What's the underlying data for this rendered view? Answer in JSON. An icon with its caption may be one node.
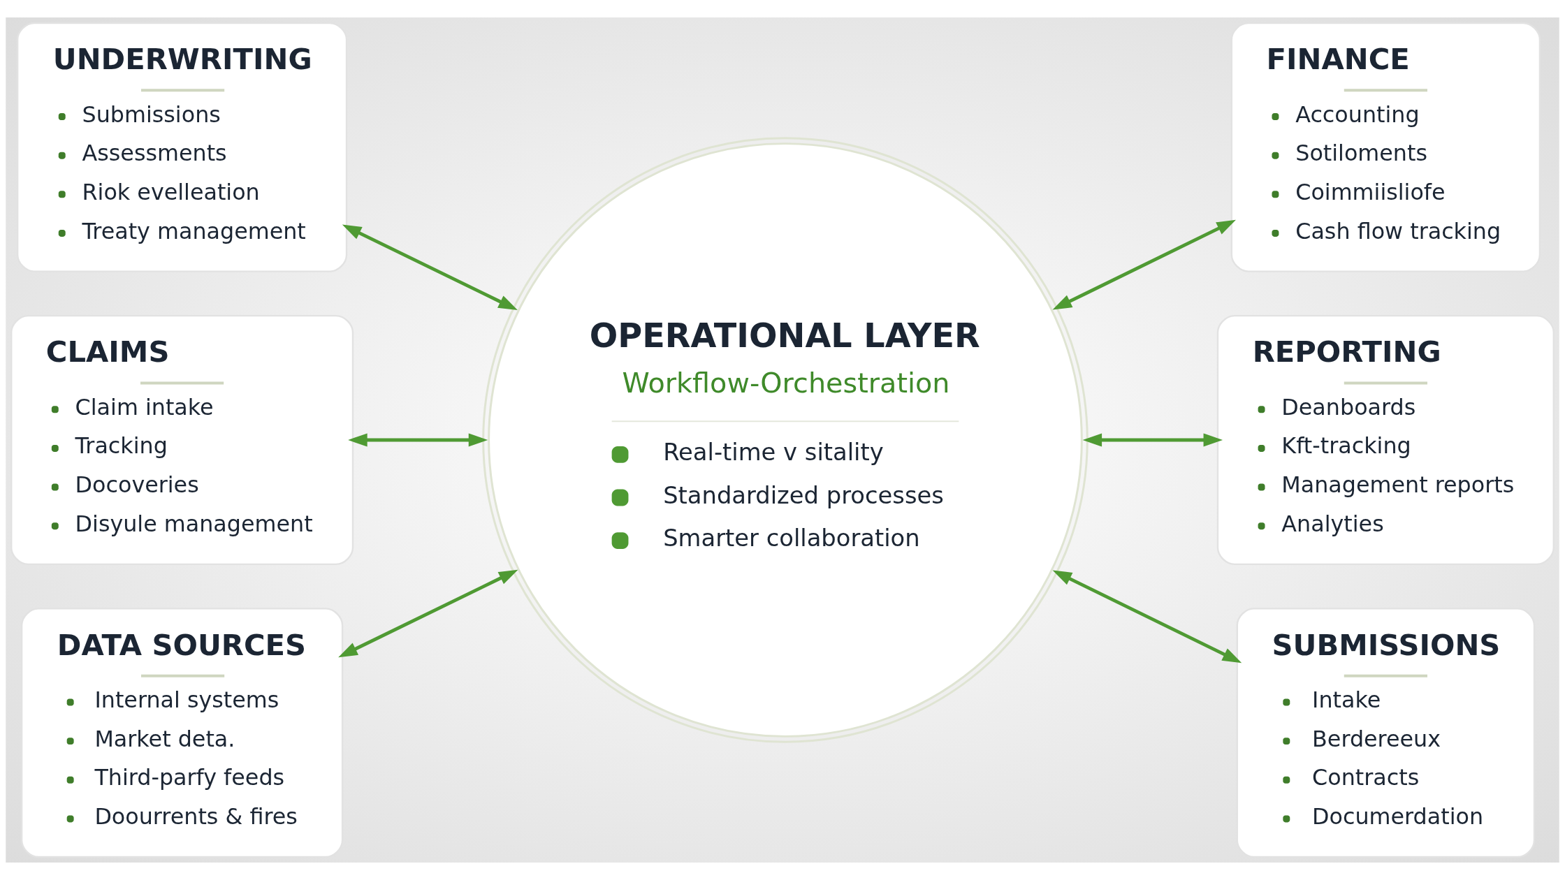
{
  "diagram": {
    "nodes": [
      {
        "text": [
          "UNDERWRITING",
          "Submissions",
          "Assessments",
          "Riok evelleation",
          "Treaty management"
        ]
      },
      {
        "text": [
          "FINANCE",
          "Accounting",
          "Sotiloments",
          "Coimmiisliofe",
          "Cash flow tracking"
        ]
      },
      {
        "text": [
          "CLAIMS",
          "Claim intake",
          "Tracking",
          "Docoveries",
          "Disyule management"
        ]
      },
      {
        "text": [
          "OPERATIONAL LAYER",
          "Workflow-Orchestration",
          "Real-time v sitality",
          "Standardized processes",
          "Smarter collaboration"
        ]
      },
      {
        "text": [
          "REPORTING",
          "Deanboards",
          "Kft-tracking",
          "Management reports",
          "Analyties"
        ]
      },
      {
        "text": [
          "DATA SOURCES",
          "Internal systems",
          "Market deta.",
          "Third-parfy feeds",
          "Doourrents & fires"
        ]
      },
      {
        "text": [
          "SUBMISSIONS",
          "Intake",
          "Berdereeux",
          "Contracts",
          "Documerdation"
        ]
      }
    ],
    "edges": [
      {
        "from": 0,
        "to": 3,
        "arrow": "both"
      },
      {
        "from": 3,
        "to": 1,
        "arrow": "both"
      },
      {
        "from": 2,
        "to": 3,
        "arrow": "both"
      },
      {
        "from": 3,
        "to": 4,
        "arrow": "both"
      },
      {
        "from": 5,
        "to": 3,
        "arrow": "both"
      },
      {
        "from": 3,
        "to": 6,
        "arrow": "both"
      }
    ]
  }
}
